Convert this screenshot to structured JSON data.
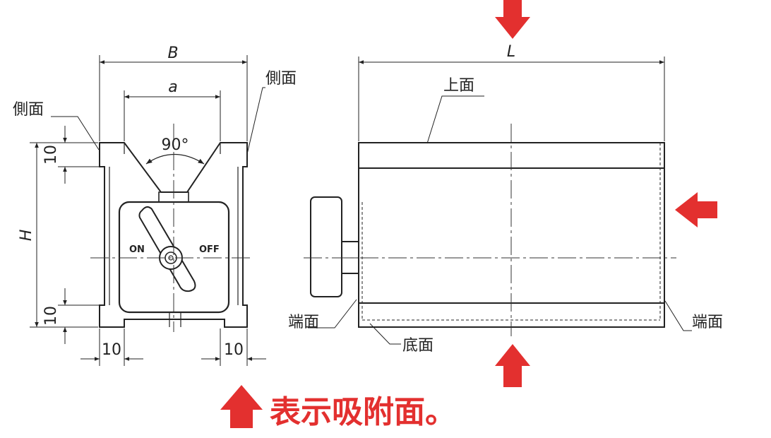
{
  "colors": {
    "accent": "#e3302f",
    "line": "#222222"
  },
  "front_view": {
    "dim_B": "B",
    "dim_a": "a",
    "dim_H": "H",
    "angle": "90°",
    "side_left": "側面",
    "side_right": "側面",
    "top_ten": "10",
    "bottom_ten": "10",
    "left_ten": "10",
    "right_ten": "10",
    "on_label": "ON",
    "off_label": "OFF"
  },
  "side_view": {
    "dim_L": "L",
    "top_face": "上面",
    "end_face_left": "端面",
    "end_face_right": "端面",
    "bottom_face": "底面"
  },
  "caption": "表示吸附面。",
  "arrow_icons": [
    "arrow-down-icon",
    "arrow-left-icon",
    "arrow-up-icon"
  ]
}
